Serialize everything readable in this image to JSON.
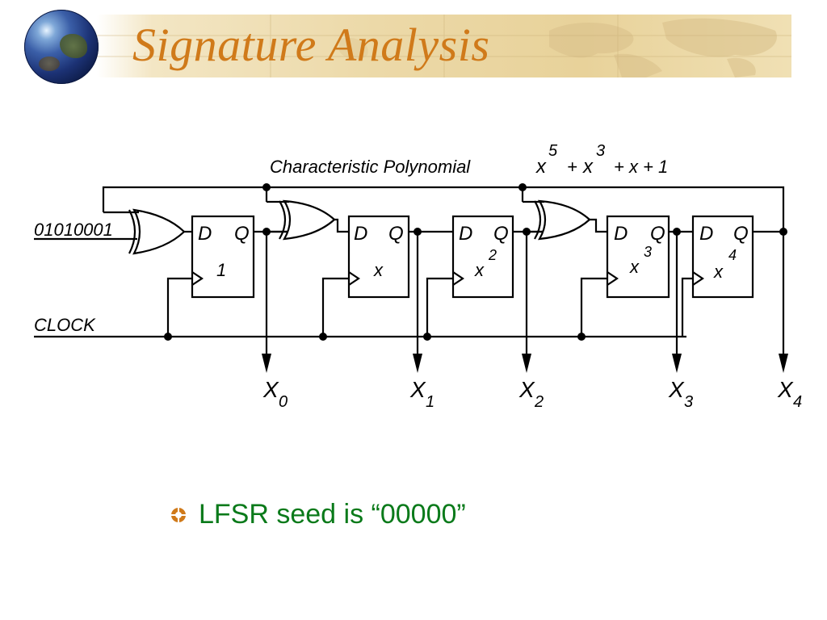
{
  "slide": {
    "title": "Signature Analysis"
  },
  "diagram": {
    "poly_label": "Characteristic  Polynomial",
    "poly_terms": [
      {
        "base": "x",
        "exp": "5"
      },
      {
        "op": "+"
      },
      {
        "base": "x",
        "exp": "3"
      },
      {
        "op": "+ x + 1"
      }
    ],
    "input_sequence": "01010001",
    "clock_label": "CLOCK",
    "ff_d": "D",
    "ff_q": "Q",
    "flipflops": [
      {
        "base": "1",
        "exp": ""
      },
      {
        "base": "x",
        "exp": ""
      },
      {
        "base": "x",
        "exp": "2"
      },
      {
        "base": "x",
        "exp": "3"
      },
      {
        "base": "x",
        "exp": "4"
      }
    ],
    "outputs": [
      {
        "base": "X",
        "sub": "0"
      },
      {
        "base": "X",
        "sub": "1"
      },
      {
        "base": "X",
        "sub": "2"
      },
      {
        "base": "X",
        "sub": "3"
      },
      {
        "base": "X",
        "sub": "4"
      }
    ]
  },
  "bullets": [
    {
      "text": "LFSR seed is “00000”"
    }
  ],
  "colors": {
    "title": "#d07a1a",
    "bullet_text": "#0a7a1a",
    "bullet_icon": "#d07a1a",
    "line": "#000000"
  }
}
